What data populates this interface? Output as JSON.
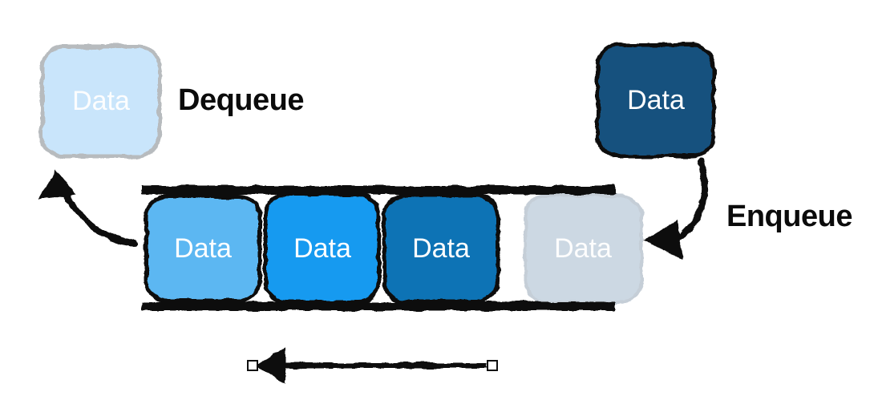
{
  "labels": {
    "dequeue": "Dequeue",
    "enqueue": "Enqueue"
  },
  "boxes": {
    "dequeued": {
      "label": "Data",
      "fill": "#c9e5fb",
      "stroke": "#b7bbbe"
    },
    "incoming": {
      "label": "Data",
      "fill": "#15517e",
      "stroke": "#0e0e0e"
    },
    "queue": [
      {
        "label": "Data",
        "fill": "#5bb7f2",
        "stroke": "#0e0e0e"
      },
      {
        "label": "Data",
        "fill": "#169af0",
        "stroke": "#0e0e0e"
      },
      {
        "label": "Data",
        "fill": "#1173b5",
        "stroke": "#0e0e0e"
      },
      {
        "label": "Data",
        "fill": "#ccd8e3",
        "stroke": "#c5ced7"
      }
    ]
  },
  "colors": {
    "rail": "#101010",
    "arrow": "#101010",
    "handle_fill": "#ffffff",
    "handle_stroke": "#101010",
    "label_text": "#0b0b0b",
    "box_text": "#ffffff"
  },
  "icons": {
    "dequeue_arrow": "curved-arrow-up",
    "enqueue_arrow": "curved-arrow-down-left",
    "direction_arrow": "arrow-left",
    "endpoint_handle": "small-square-handle"
  }
}
